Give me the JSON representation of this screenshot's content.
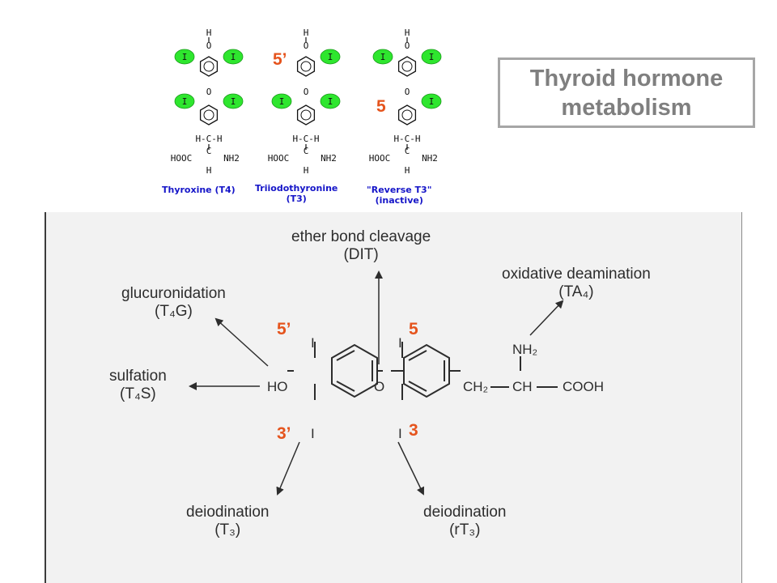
{
  "title": {
    "line1": "Thyroid hormone",
    "line2": "metabolism"
  },
  "structures": [
    {
      "name": "Thyroxine (T4)",
      "line2": ""
    },
    {
      "name": "Triiodothyronine",
      "line2": "(T3)"
    },
    {
      "name": "\"Reverse T3\"",
      "line2": "(inactive)"
    }
  ],
  "atom_labels": {
    "iodine": "I",
    "oxygen": "O",
    "hydrogen": "H",
    "carbon": "C",
    "acid": "HOOC",
    "amine": "NH2",
    "hc_ch": "H-C-H"
  },
  "top_markers": {
    "t3_position": "5’",
    "rt3_position": "5"
  },
  "pathways": {
    "ether": {
      "line1": "ether bond cleavage",
      "line2": "(DIT)"
    },
    "glucuronidation": {
      "line1": "glucuronidation",
      "line2": "(T₄G)"
    },
    "sulfation": {
      "line1": "sulfation",
      "line2": "(T₄S)"
    },
    "oxidative": {
      "line1": "oxidative deamination",
      "line2": "(TA₄)"
    },
    "deiod_left": {
      "line1": "deiodination",
      "line2": "(T₃)"
    },
    "deiod_right": {
      "line1": "deiodination",
      "line2": "(rT₃)"
    }
  },
  "molecule": {
    "ho": "HO",
    "o": "O",
    "ch2": "CH₂",
    "ch": "CH",
    "cooh": "COOH",
    "nh2": "NH₂",
    "i": "I",
    "dash": "—"
  },
  "position_markers": {
    "five_prime": "5’",
    "five": "5",
    "three_prime": "3’",
    "three": "3"
  },
  "colors": {
    "iodine_circle": "#2ee62e",
    "marker": "#e5541d",
    "caption": "#1515c8",
    "panel_bg": "#f2f2f2",
    "title_text": "#7f7f7f"
  }
}
